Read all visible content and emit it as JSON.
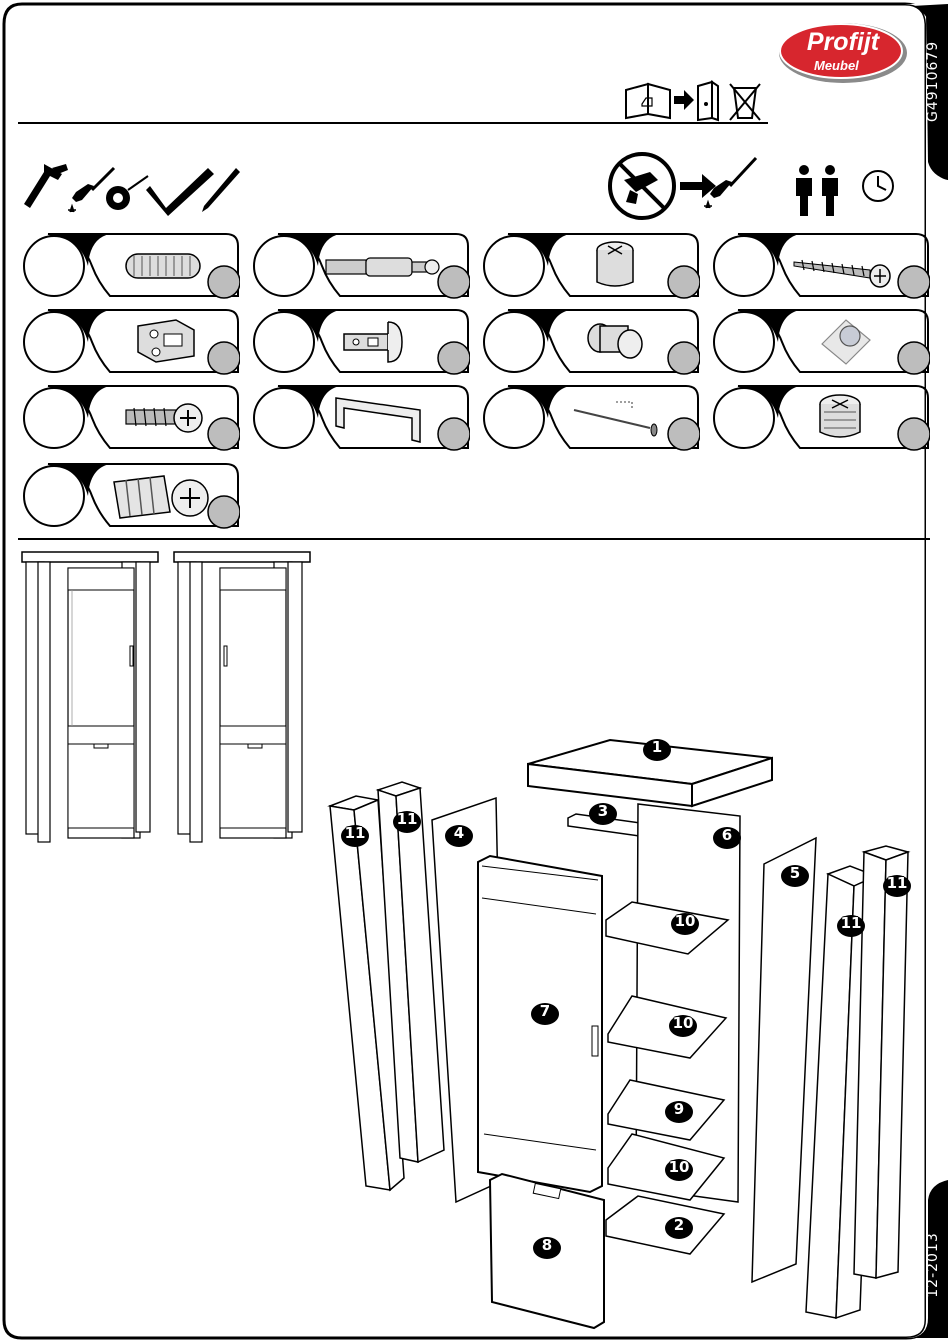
{
  "document": {
    "code": "G4910679",
    "date": "12-2013",
    "brand": {
      "name": "Profijt",
      "sub": "Meubel",
      "color": "#d7262e"
    }
  },
  "header_icons": [
    "read-manual-icon",
    "arrow-icon",
    "file-binder-icon",
    "no-trash-icon"
  ],
  "tools": [
    "hammer-icon",
    "phillips-screwdriver-icon",
    "tape-measure-icon",
    "square-ruler-icon",
    "pencil-icon"
  ],
  "assembly_info": [
    "no-power-drill-icon",
    "arrow-icon",
    "manual-screwdriver-icon",
    "two-persons-icon",
    "clock-icon"
  ],
  "hardware": [
    "wooden-dowel-icon",
    "cam-bolt-icon",
    "cam-lock-icon",
    "wood-screw-icon",
    "hinge-plate-icon",
    "cabinet-hinge-icon",
    "shelf-support-icon",
    "plastic-corner-icon",
    "euro-screw-icon",
    "door-handle-icon",
    "nail-icon",
    "cam-lock-icon",
    "expansion-connector-icon"
  ],
  "parts": [
    {
      "label": "1"
    },
    {
      "label": "3"
    },
    {
      "label": "11"
    },
    {
      "label": "11"
    },
    {
      "label": "4"
    },
    {
      "label": "6"
    },
    {
      "label": "5"
    },
    {
      "label": "11"
    },
    {
      "label": "11"
    },
    {
      "label": "10"
    },
    {
      "label": "7"
    },
    {
      "label": "10"
    },
    {
      "label": "9"
    },
    {
      "label": "10"
    },
    {
      "label": "2"
    },
    {
      "label": "8"
    }
  ]
}
